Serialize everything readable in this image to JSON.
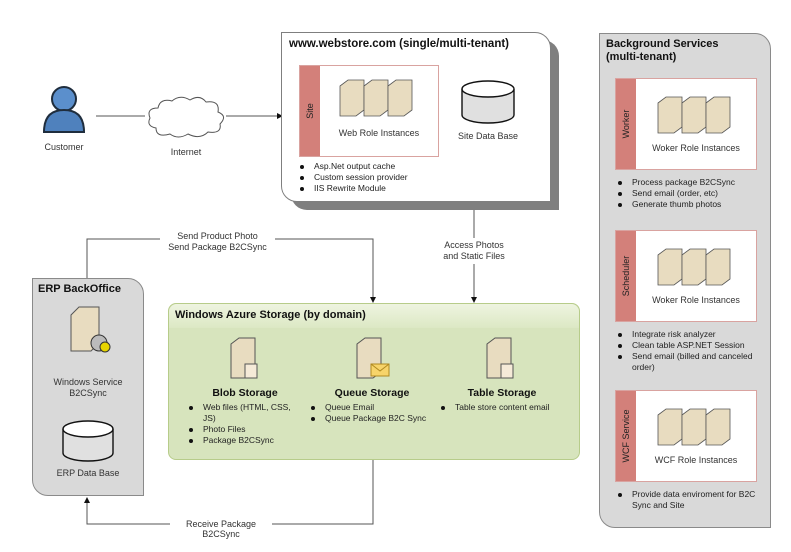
{
  "customer": {
    "label": "Customer"
  },
  "internet": {
    "label": "Internet"
  },
  "webstore": {
    "title": "www.webstore.com (single/multi-tenant)",
    "site_tab": "Site",
    "web_roles_label": "Web Role Instances",
    "db_label": "Site Data Base",
    "bullets": [
      "Asp.Net output cache",
      "Custom session provider",
      "IIS Rewrite Module"
    ]
  },
  "background": {
    "title_line1": "Background Services",
    "title_line2": "(multi-tenant)",
    "roles": [
      {
        "tab": "Worker",
        "label": "Woker Role Instances",
        "bullets": [
          "Process package B2CSync",
          "Send email (order, etc)",
          "Generate thumb photos"
        ]
      },
      {
        "tab": "Scheduler",
        "label": "Woker Role Instances",
        "bullets": [
          "Integrate risk analyzer",
          "Clean table ASP.NET Session",
          "Send email (billed and canceled order)"
        ]
      },
      {
        "tab": "WCF Service",
        "label": "WCF Role Instances",
        "bullets": [
          "Provide data enviroment for B2C Sync and Site"
        ]
      }
    ]
  },
  "erp": {
    "title": "ERP BackOffice",
    "service_line1": "Windows Service",
    "service_line2": "B2CSync",
    "db_label": "ERP Data Base"
  },
  "azure": {
    "title": "Windows Azure Storage (by domain)",
    "blob": {
      "title": "Blob Storage",
      "bullets": [
        "Web files (HTML, CSS, JS)",
        "Photo Files",
        "Package B2CSync"
      ]
    },
    "queue": {
      "title": "Queue Storage",
      "bullets": [
        "Queue Email",
        "Queue Package B2C Sync"
      ]
    },
    "table": {
      "title": "Table Storage",
      "bullets": [
        "Table store content email"
      ]
    }
  },
  "connectors": {
    "send_line1": "Send Product Photo",
    "send_line2": "Send Package B2CSync",
    "access_line1": "Access Photos",
    "access_line2": "and Static Files",
    "receive": "Receive Package B2CSync"
  },
  "colors": {
    "role_tab": "#d3807a",
    "azure_fill": "#d7e4bd",
    "panel_gray": "#d9d9d9",
    "customer_blue": "#4f81bd"
  }
}
